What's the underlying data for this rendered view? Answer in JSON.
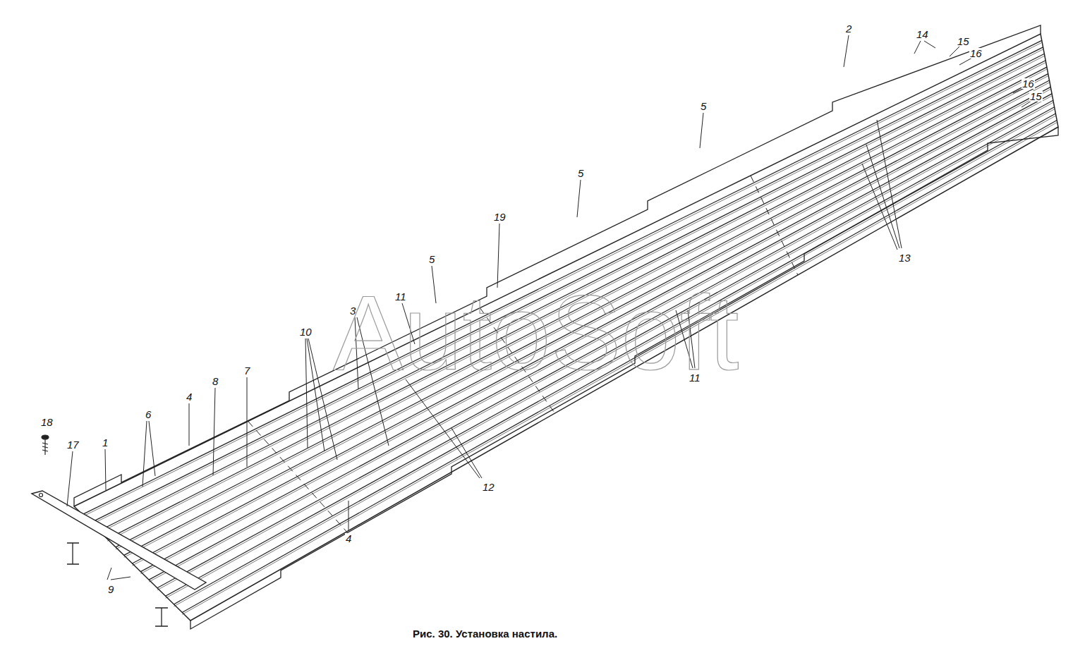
{
  "diagram": {
    "caption": "Рис. 30. Установка настила.",
    "labels": [
      "2",
      "14",
      "15",
      "16",
      "16",
      "15",
      "5",
      "5",
      "19",
      "5",
      "11",
      "3",
      "10",
      "13",
      "11",
      "4",
      "8",
      "7",
      "6",
      "18",
      "17",
      "1",
      "12",
      "4",
      "9",
      "AutoSoft"
    ]
  }
}
